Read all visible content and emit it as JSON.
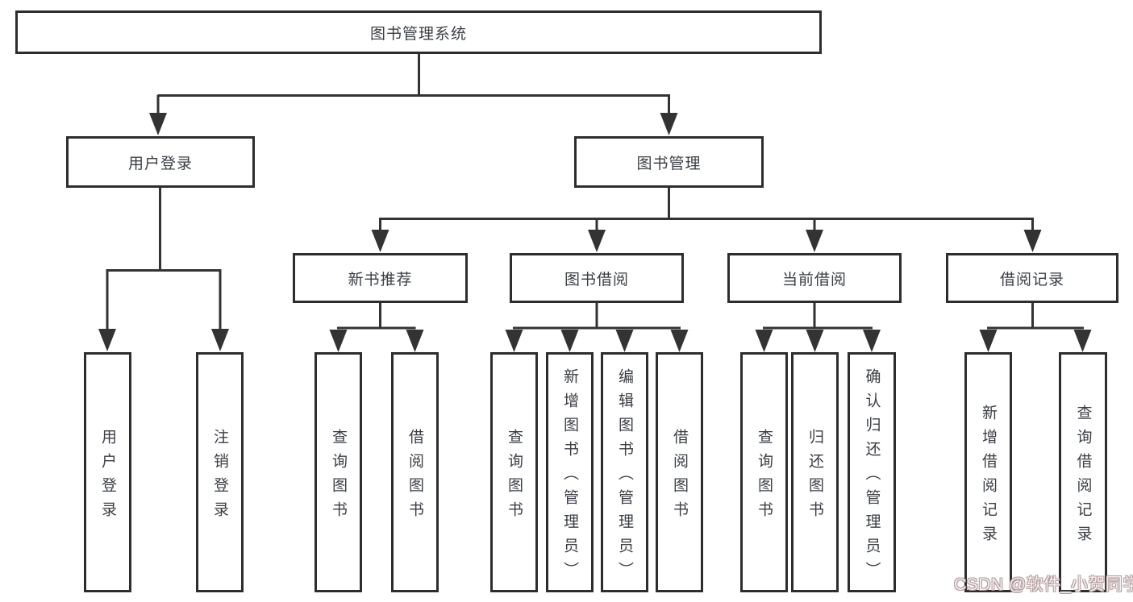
{
  "colors": {
    "line": "#333333",
    "border": "#2d2d2d",
    "text": "#3a3e44",
    "background": "#ffffff",
    "watermark_fill": "#f6eef0",
    "watermark_outline": "#b29c9e"
  },
  "root": {
    "label": "图书管理系统"
  },
  "branches": {
    "user_login": {
      "label": "用户登录",
      "children": {
        "login": "用户登录",
        "logout": "注销登录"
      }
    },
    "book_management": {
      "label": "图书管理",
      "children": {
        "new_book_recommend": {
          "label": "新书推荐",
          "children": {
            "query_books": "查询图书",
            "borrow_books": "借阅图书"
          }
        },
        "book_borrowing": {
          "label": "图书借阅",
          "children": {
            "query_books": "查询图书",
            "add_books": "新增图书（管理员）",
            "edit_books": "编辑图书（管理员）",
            "borrow_books": "借阅图书"
          }
        },
        "current_borrowing": {
          "label": "当前借阅",
          "children": {
            "query_books": "查询图书",
            "return_books": "归还图书",
            "confirm_return": "确认归还（管理员）"
          }
        },
        "borrowing_records": {
          "label": "借阅记录",
          "children": {
            "add_record": "新增借阅记录",
            "query_record": "查询借阅记录"
          }
        }
      }
    }
  },
  "watermark": {
    "text": "CSDN @软件_小贺同学"
  }
}
